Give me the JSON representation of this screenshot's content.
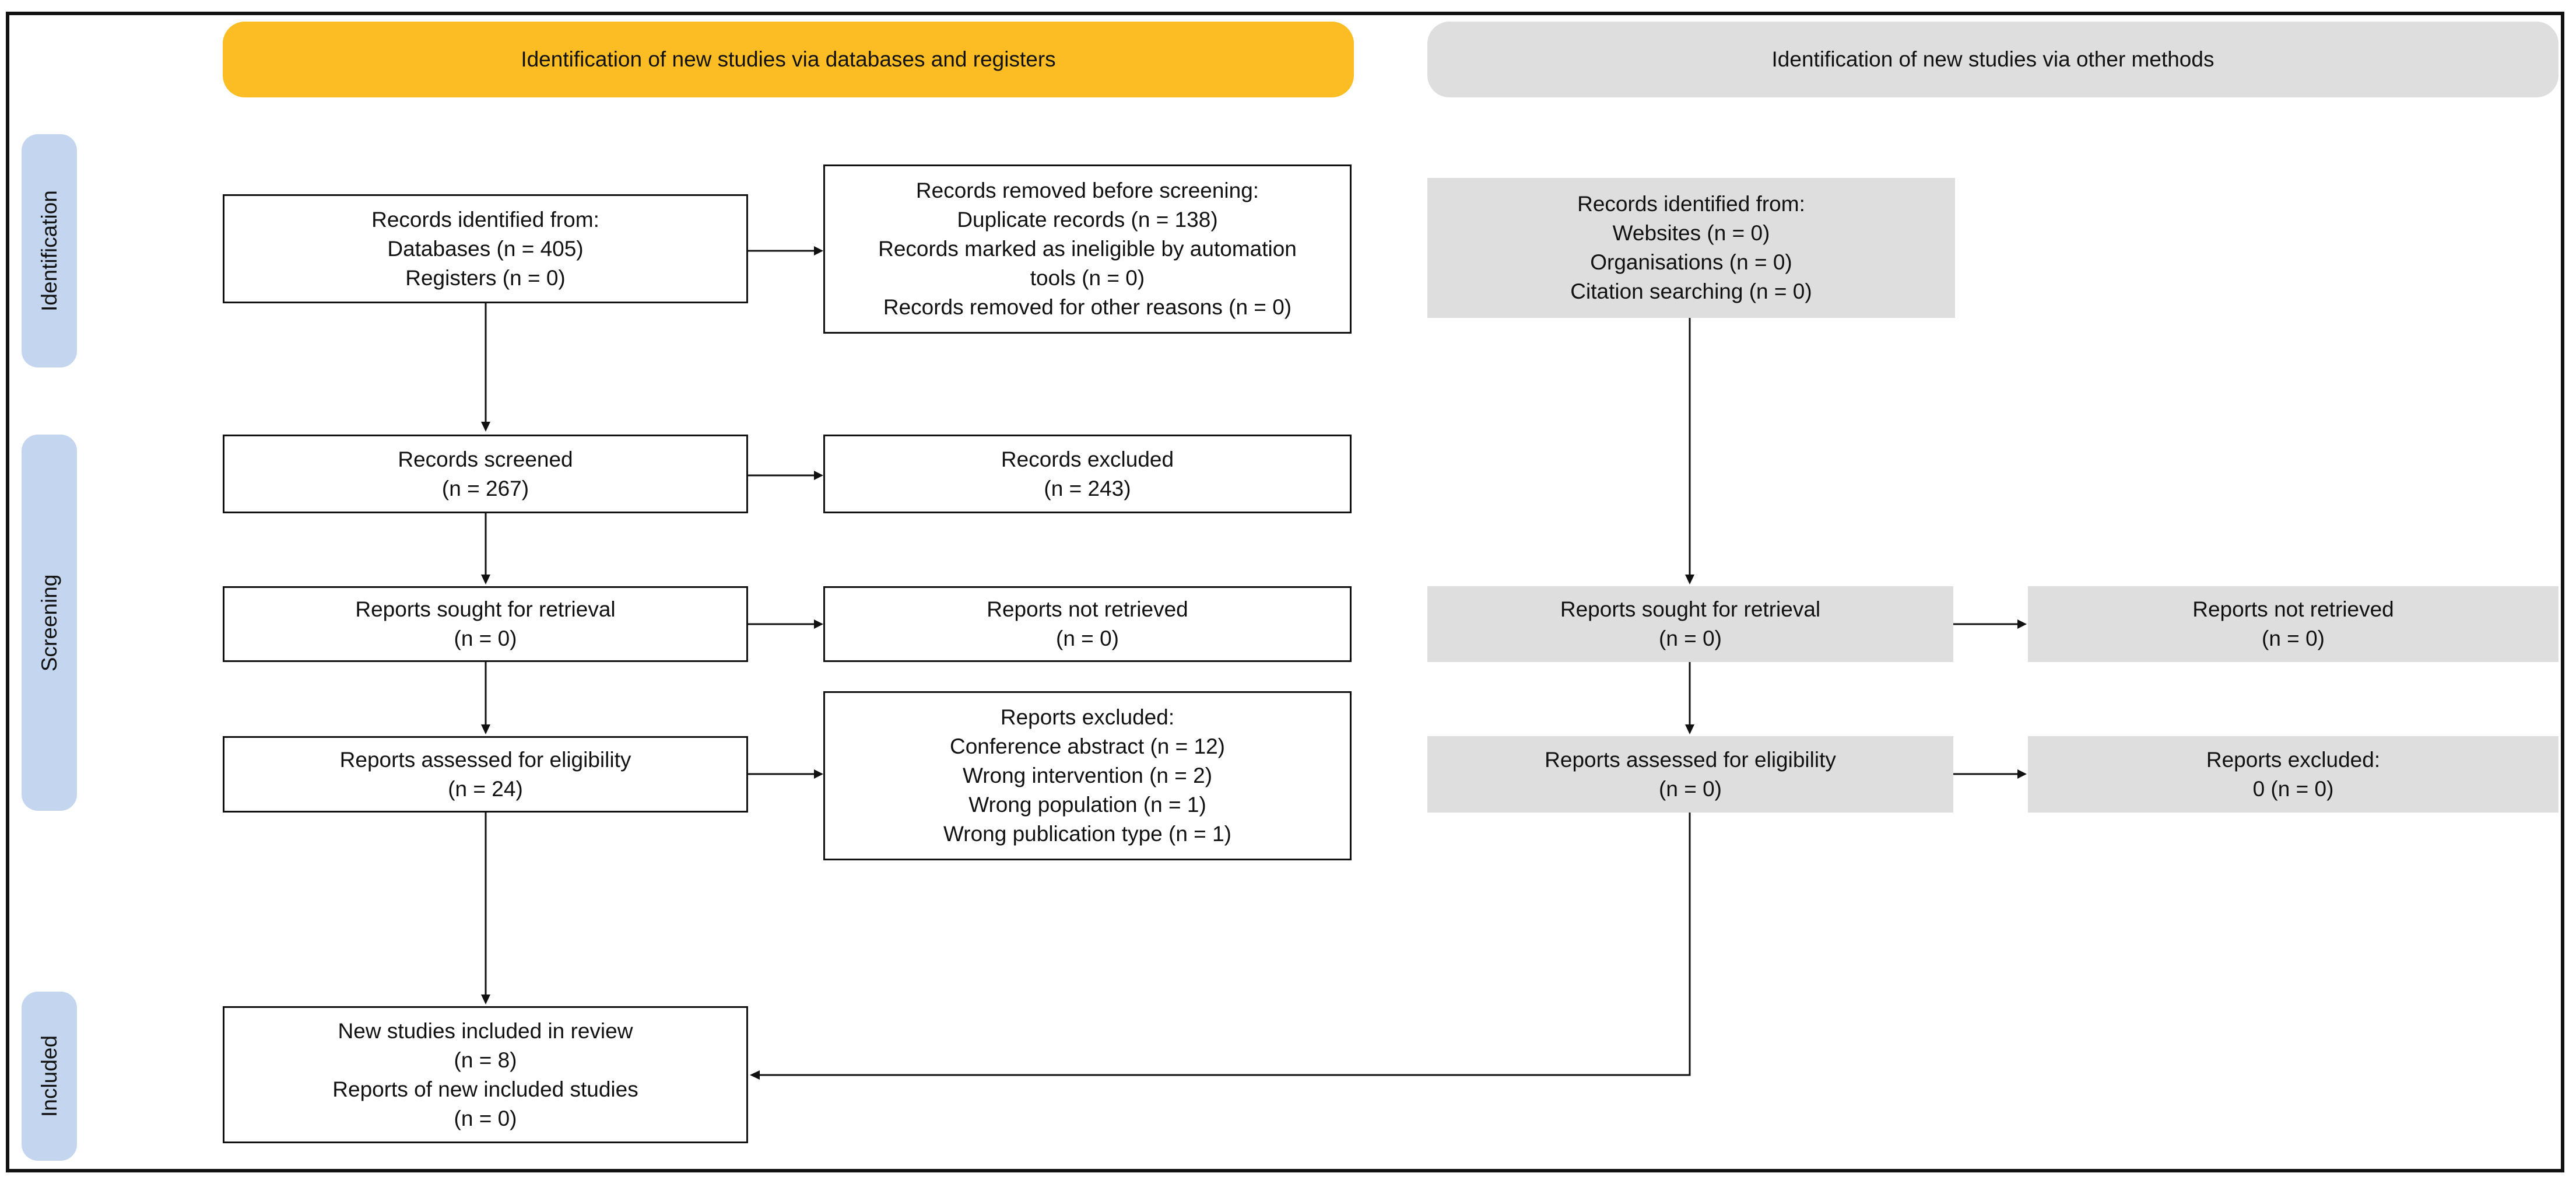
{
  "headers": {
    "databases": "Identification of new studies via databases and registers",
    "other": "Identification of new studies via other methods"
  },
  "phases": {
    "identification": "Identification",
    "screening": "Screening",
    "included": "Included"
  },
  "db_column": {
    "records_identified": "Records identified from:\nDatabases (n = 405)\nRegisters (n = 0)",
    "records_removed": "Records removed before screening:\nDuplicate records (n = 138)\nRecords marked as ineligible by automation\ntools (n = 0)\nRecords removed for other reasons (n = 0)",
    "records_screened": "Records screened\n(n = 267)",
    "records_excluded": "Records excluded\n(n = 243)",
    "reports_sought": "Reports sought for retrieval\n(n = 0)",
    "reports_not_retrieved": "Reports not retrieved\n(n = 0)",
    "reports_assessed": "Reports assessed for eligibility\n(n = 24)",
    "reports_excluded": "Reports excluded:\nConference abstract (n = 12)\nWrong intervention (n = 2)\nWrong population (n = 1)\nWrong publication type (n = 1)",
    "included": "New studies included in review\n(n = 8)\nReports of new included studies\n(n = 0)"
  },
  "other_column": {
    "records_identified": "Records identified from:\nWebsites (n = 0)\nOrganisations (n = 0)\nCitation searching (n = 0)",
    "reports_sought": "Reports sought for retrieval\n(n = 0)",
    "reports_not_retrieved": "Reports not retrieved\n(n = 0)",
    "reports_assessed": "Reports assessed for eligibility\n(n = 0)",
    "reports_excluded": "Reports excluded:\n0 (n = 0)"
  },
  "colors": {
    "databases_header": "#fbbd23",
    "other_header": "#dedede",
    "phase_label": "#c4d6ef",
    "other_box": "#dedede"
  }
}
